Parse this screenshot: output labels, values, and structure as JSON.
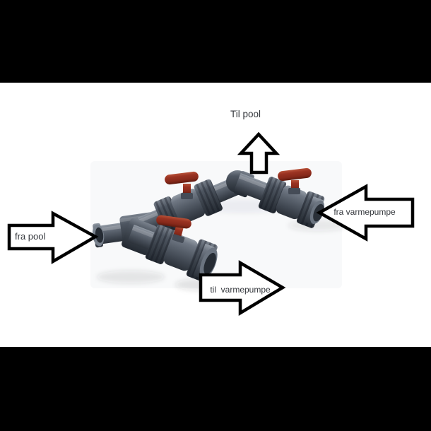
{
  "page": {
    "background": "#ffffff",
    "letterbox_color": "#000000"
  },
  "labels": {
    "til_pool": "Til pool",
    "fra_varmepumpe": "fra varmepumpe",
    "fra_pool": "fra pool",
    "til_varmepumpe": "til  varmepumpe"
  },
  "arrows": [
    {
      "id": "til-pool-arrow",
      "direction": "up",
      "fill": "#ffffff",
      "outline": "#000000"
    },
    {
      "id": "fra-varmepumpe-arrow",
      "direction": "left",
      "fill": "#ffffff",
      "outline": "#000000"
    },
    {
      "id": "fra-pool-arrow",
      "direction": "right",
      "fill": "#ffffff",
      "outline": "#000000"
    },
    {
      "id": "til-varmepumpe-arrow",
      "direction": "right",
      "fill": "#ffffff",
      "outline": "#000000"
    }
  ],
  "assembly": {
    "valve_count": 3,
    "handle_color": "#9a3322",
    "pipe_color": "#555d68",
    "fitting_color": "#3a414b",
    "opening_color": "#262c34"
  },
  "label_color": "#33363b"
}
